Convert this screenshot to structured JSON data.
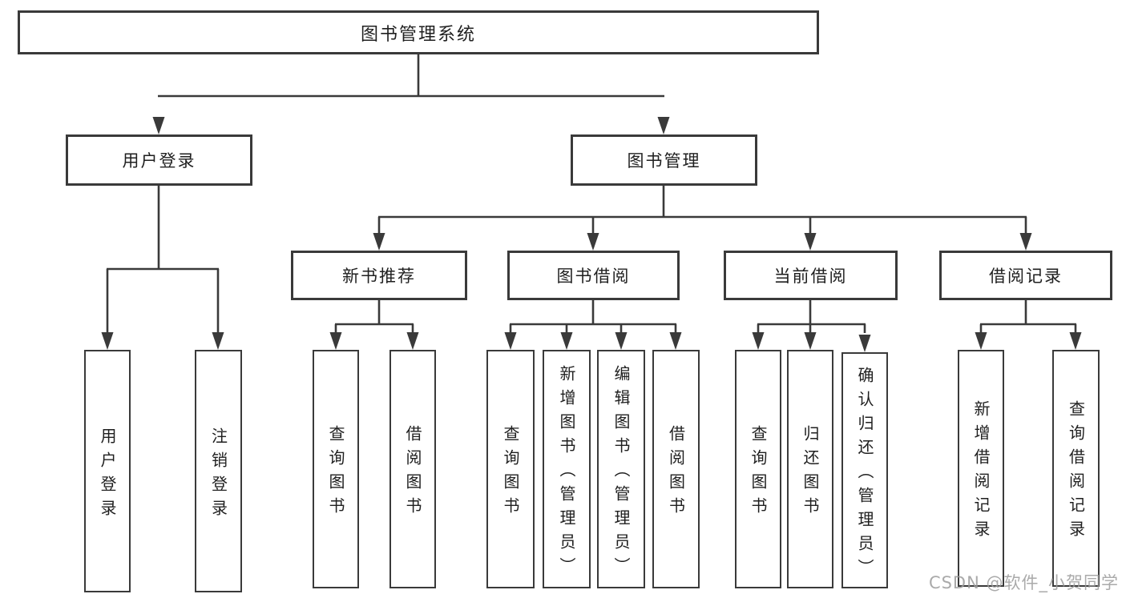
{
  "diagram": {
    "title": "图书管理系统",
    "level2": [
      {
        "label": "用户登录"
      },
      {
        "label": "图书管理"
      }
    ],
    "level3": [
      {
        "label": "新书推荐"
      },
      {
        "label": "图书借阅"
      },
      {
        "label": "当前借阅"
      },
      {
        "label": "借阅记录"
      }
    ],
    "leaves": {
      "user_login": [
        {
          "label": "用户登录"
        },
        {
          "label": "注销登录"
        }
      ],
      "new_book": [
        {
          "label": "查询图书"
        },
        {
          "label": "借阅图书"
        }
      ],
      "book_borrow": [
        {
          "label": "查询图书"
        },
        {
          "label": "新增图书（管理员）"
        },
        {
          "label": "编辑图书（管理员）"
        },
        {
          "label": "借阅图书"
        }
      ],
      "current_borrow": [
        {
          "label": "查询图书"
        },
        {
          "label": "归还图书"
        },
        {
          "label": "确认归还（管理员）"
        }
      ],
      "borrow_record": [
        {
          "label": "新增借阅记录"
        },
        {
          "label": "查询借阅记录"
        }
      ]
    }
  },
  "watermark": {
    "text": "CSDN @软件_小贺同学"
  },
  "colors": {
    "line": "#3a3a3a",
    "text": "#1f1f1f",
    "box_fill": "#ffffff",
    "background": "#ffffff",
    "watermark": "#9c9c9c"
  }
}
